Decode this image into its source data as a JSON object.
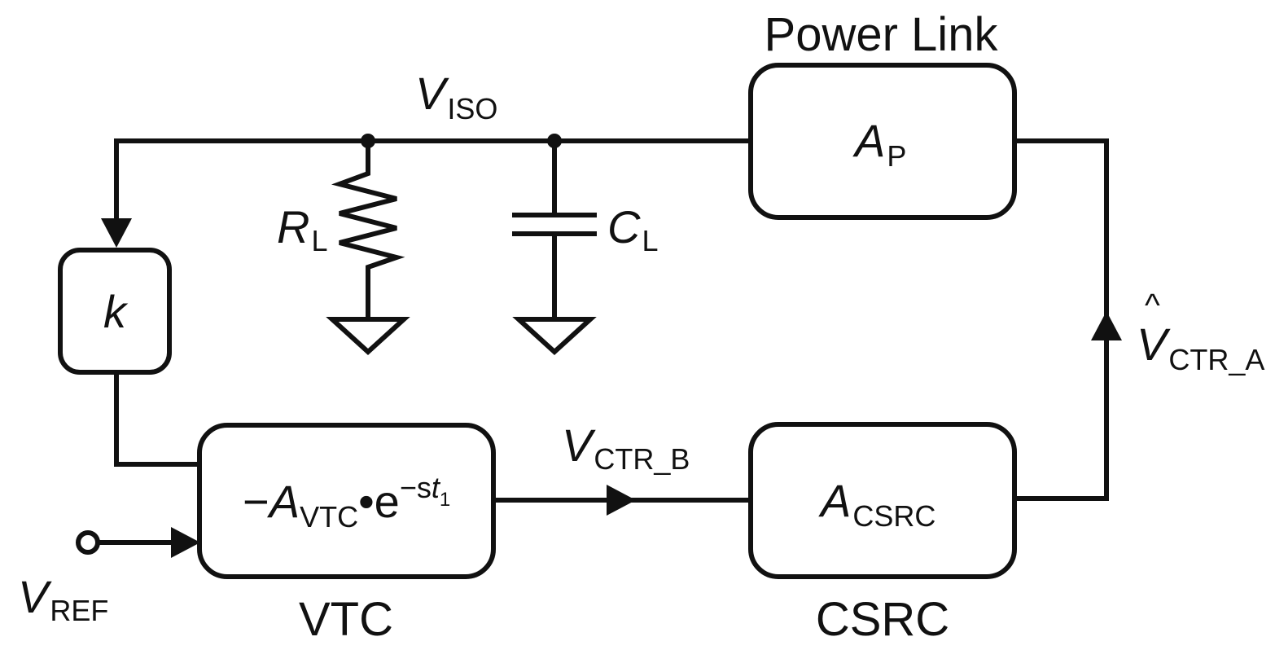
{
  "labels": {
    "power_link": "Power Link",
    "vtc": "VTC",
    "csrc": "CSRC"
  },
  "nodes": {
    "v_iso": {
      "symbol": "V",
      "subscript": "ISO"
    },
    "v_ref": {
      "symbol": "V",
      "subscript": "REF"
    },
    "v_ctr_b": {
      "symbol": "V",
      "subscript": "CTR_B"
    },
    "v_ctr_a": {
      "symbol": "V",
      "subscript": "CTR_A",
      "accent": "^"
    }
  },
  "components": {
    "resistor": {
      "symbol": "R",
      "subscript": "L"
    },
    "capacitor": {
      "symbol": "C",
      "subscript": "L"
    }
  },
  "blocks": {
    "feedback": {
      "text": "k"
    },
    "power_link": {
      "symbol": "A",
      "subscript": "P"
    },
    "vtc": {
      "prefix": "−",
      "symbol": "A",
      "subscript": "VTC",
      "middle": "•e",
      "exp_prefix": "−s",
      "exp_symbol": "t",
      "exp_sub": "1"
    },
    "csrc": {
      "symbol": "A",
      "subscript": "CSRC"
    }
  }
}
